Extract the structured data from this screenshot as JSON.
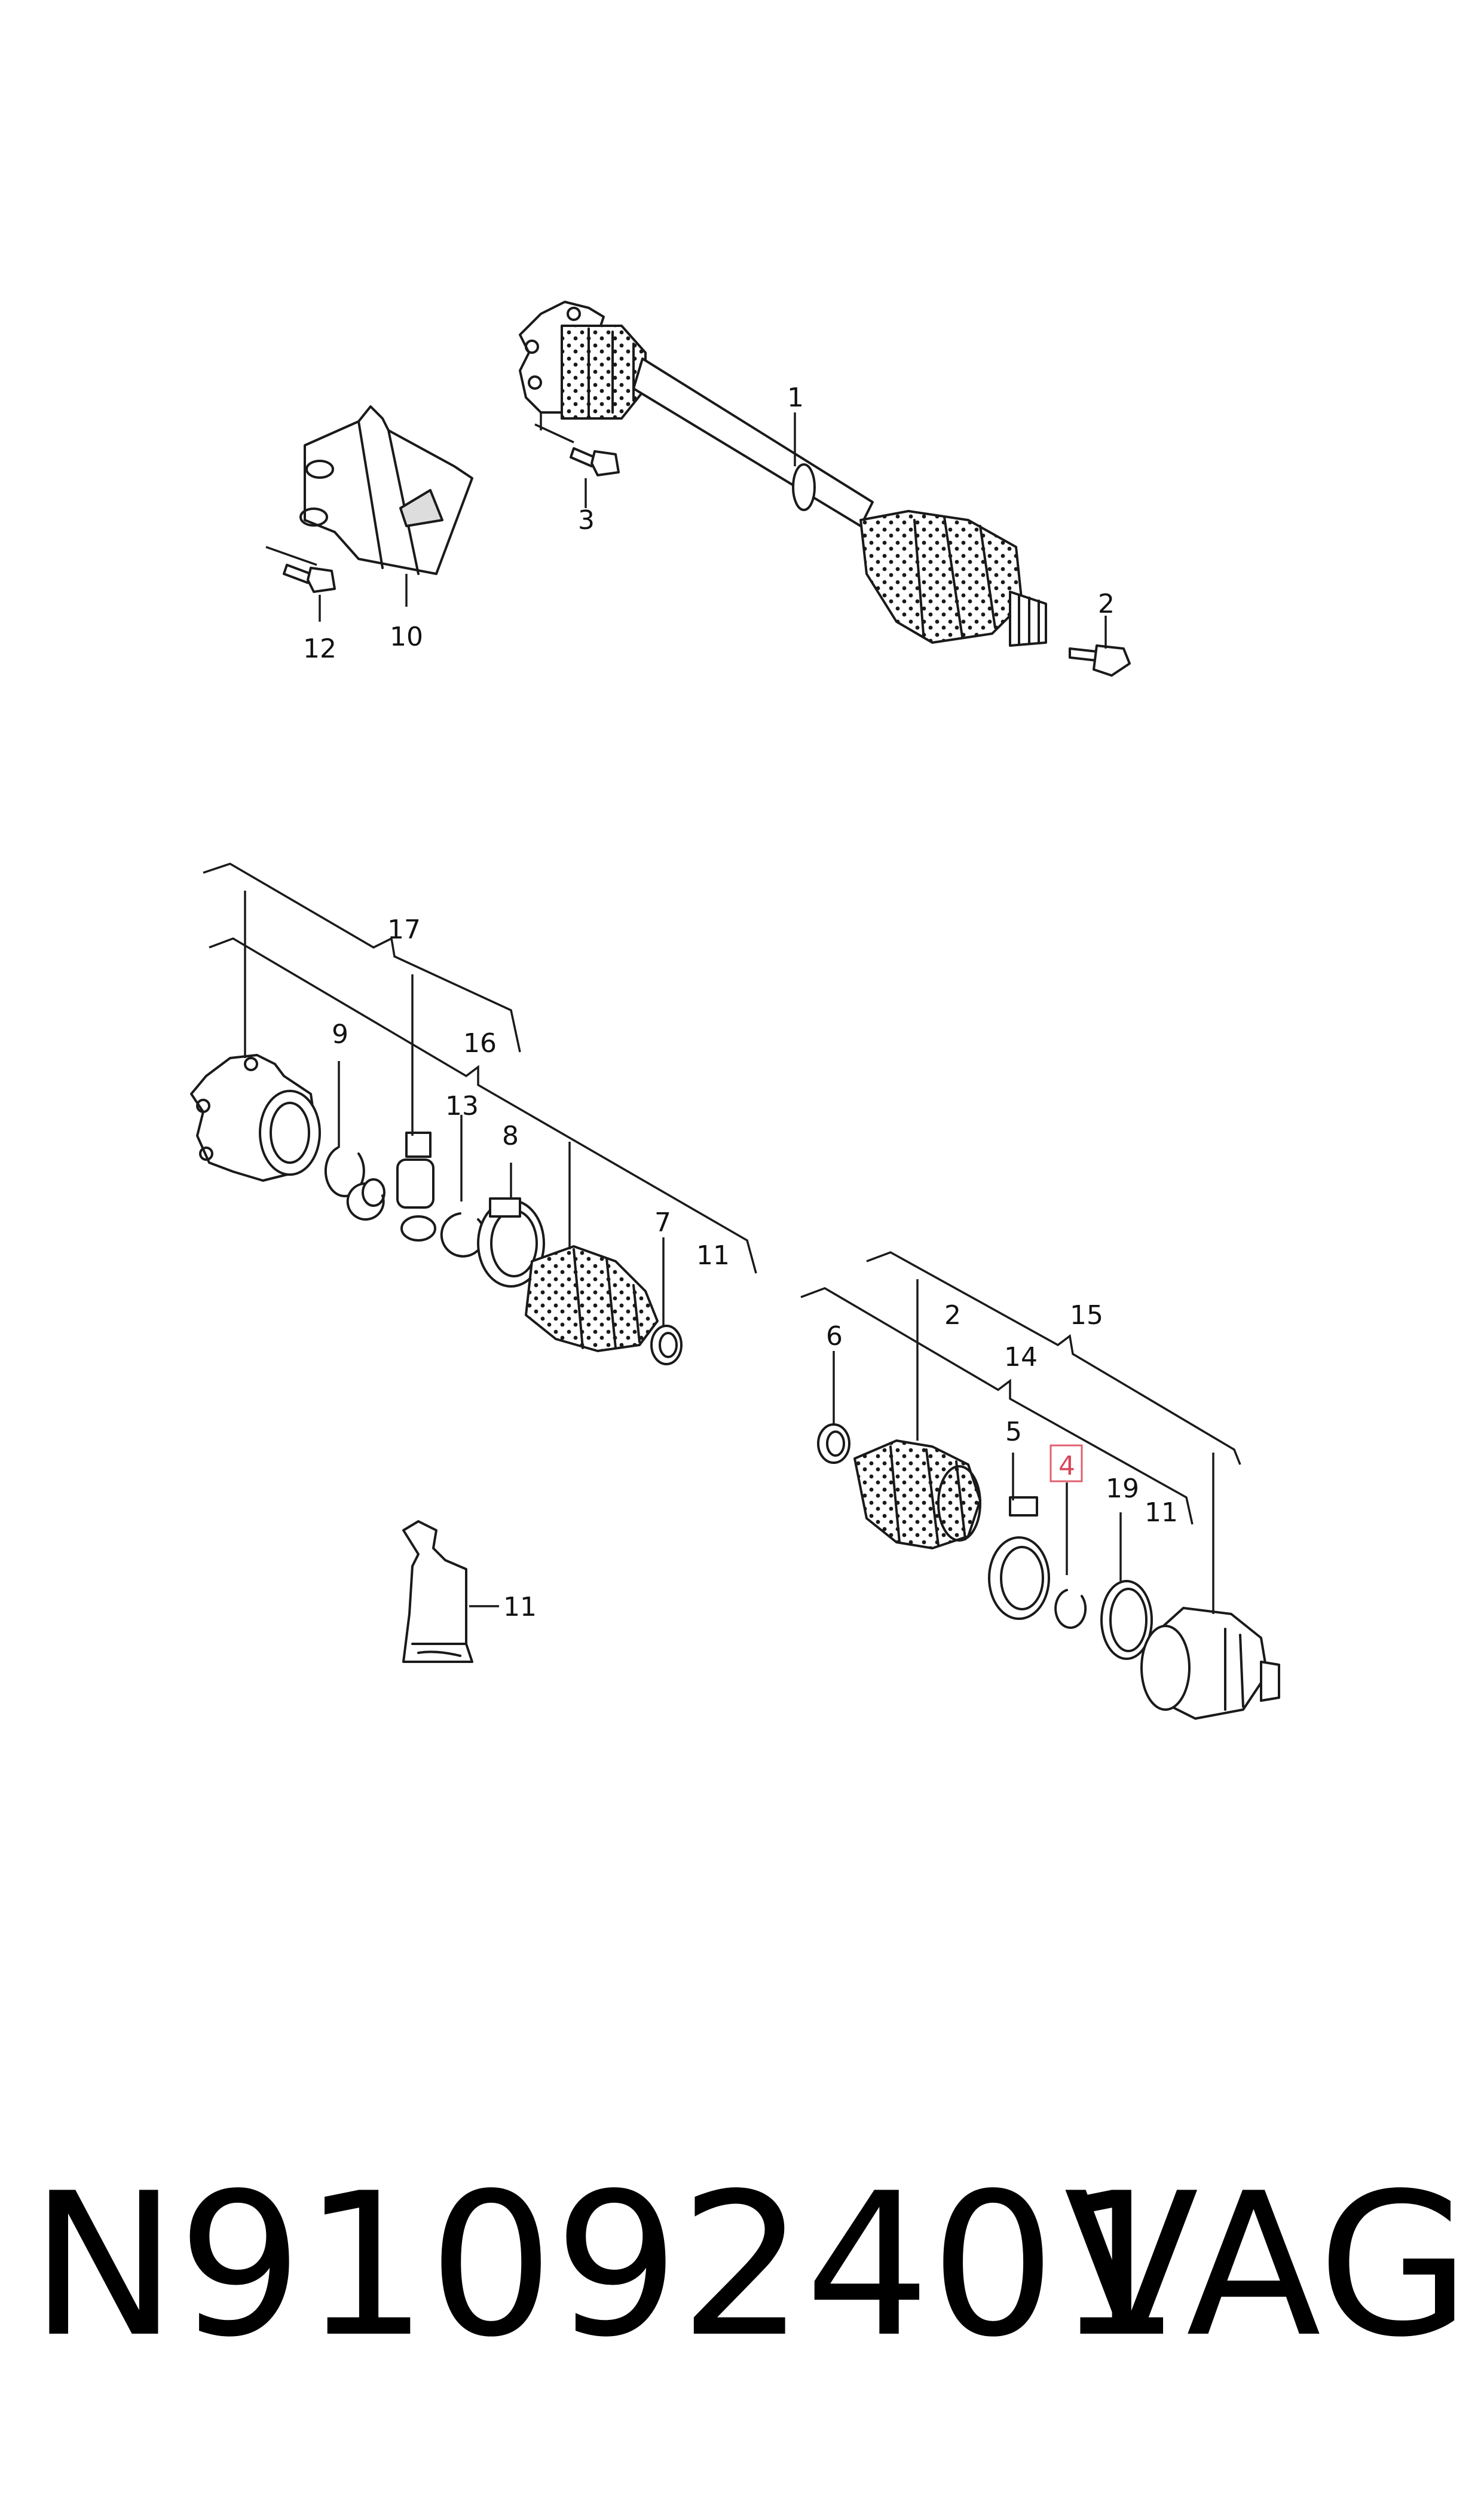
{
  "diagram": {
    "labels": [
      {
        "text": "1"
      },
      {
        "text": "2"
      },
      {
        "text": "3"
      },
      {
        "text": "10"
      },
      {
        "text": "12"
      },
      {
        "text": "17"
      },
      {
        "text": "16"
      },
      {
        "text": "9"
      },
      {
        "text": "13"
      },
      {
        "text": "8"
      },
      {
        "text": "7"
      },
      {
        "text": "11"
      },
      {
        "text": "2"
      },
      {
        "text": "15"
      },
      {
        "text": "14"
      },
      {
        "text": "6"
      },
      {
        "text": "5"
      },
      {
        "text": "4"
      },
      {
        "text": "19"
      },
      {
        "text": "11"
      },
      {
        "text": "11"
      }
    ],
    "highlighted_label": "4"
  },
  "caption": {
    "part_number": "N91092401",
    "brand": "VAG"
  }
}
